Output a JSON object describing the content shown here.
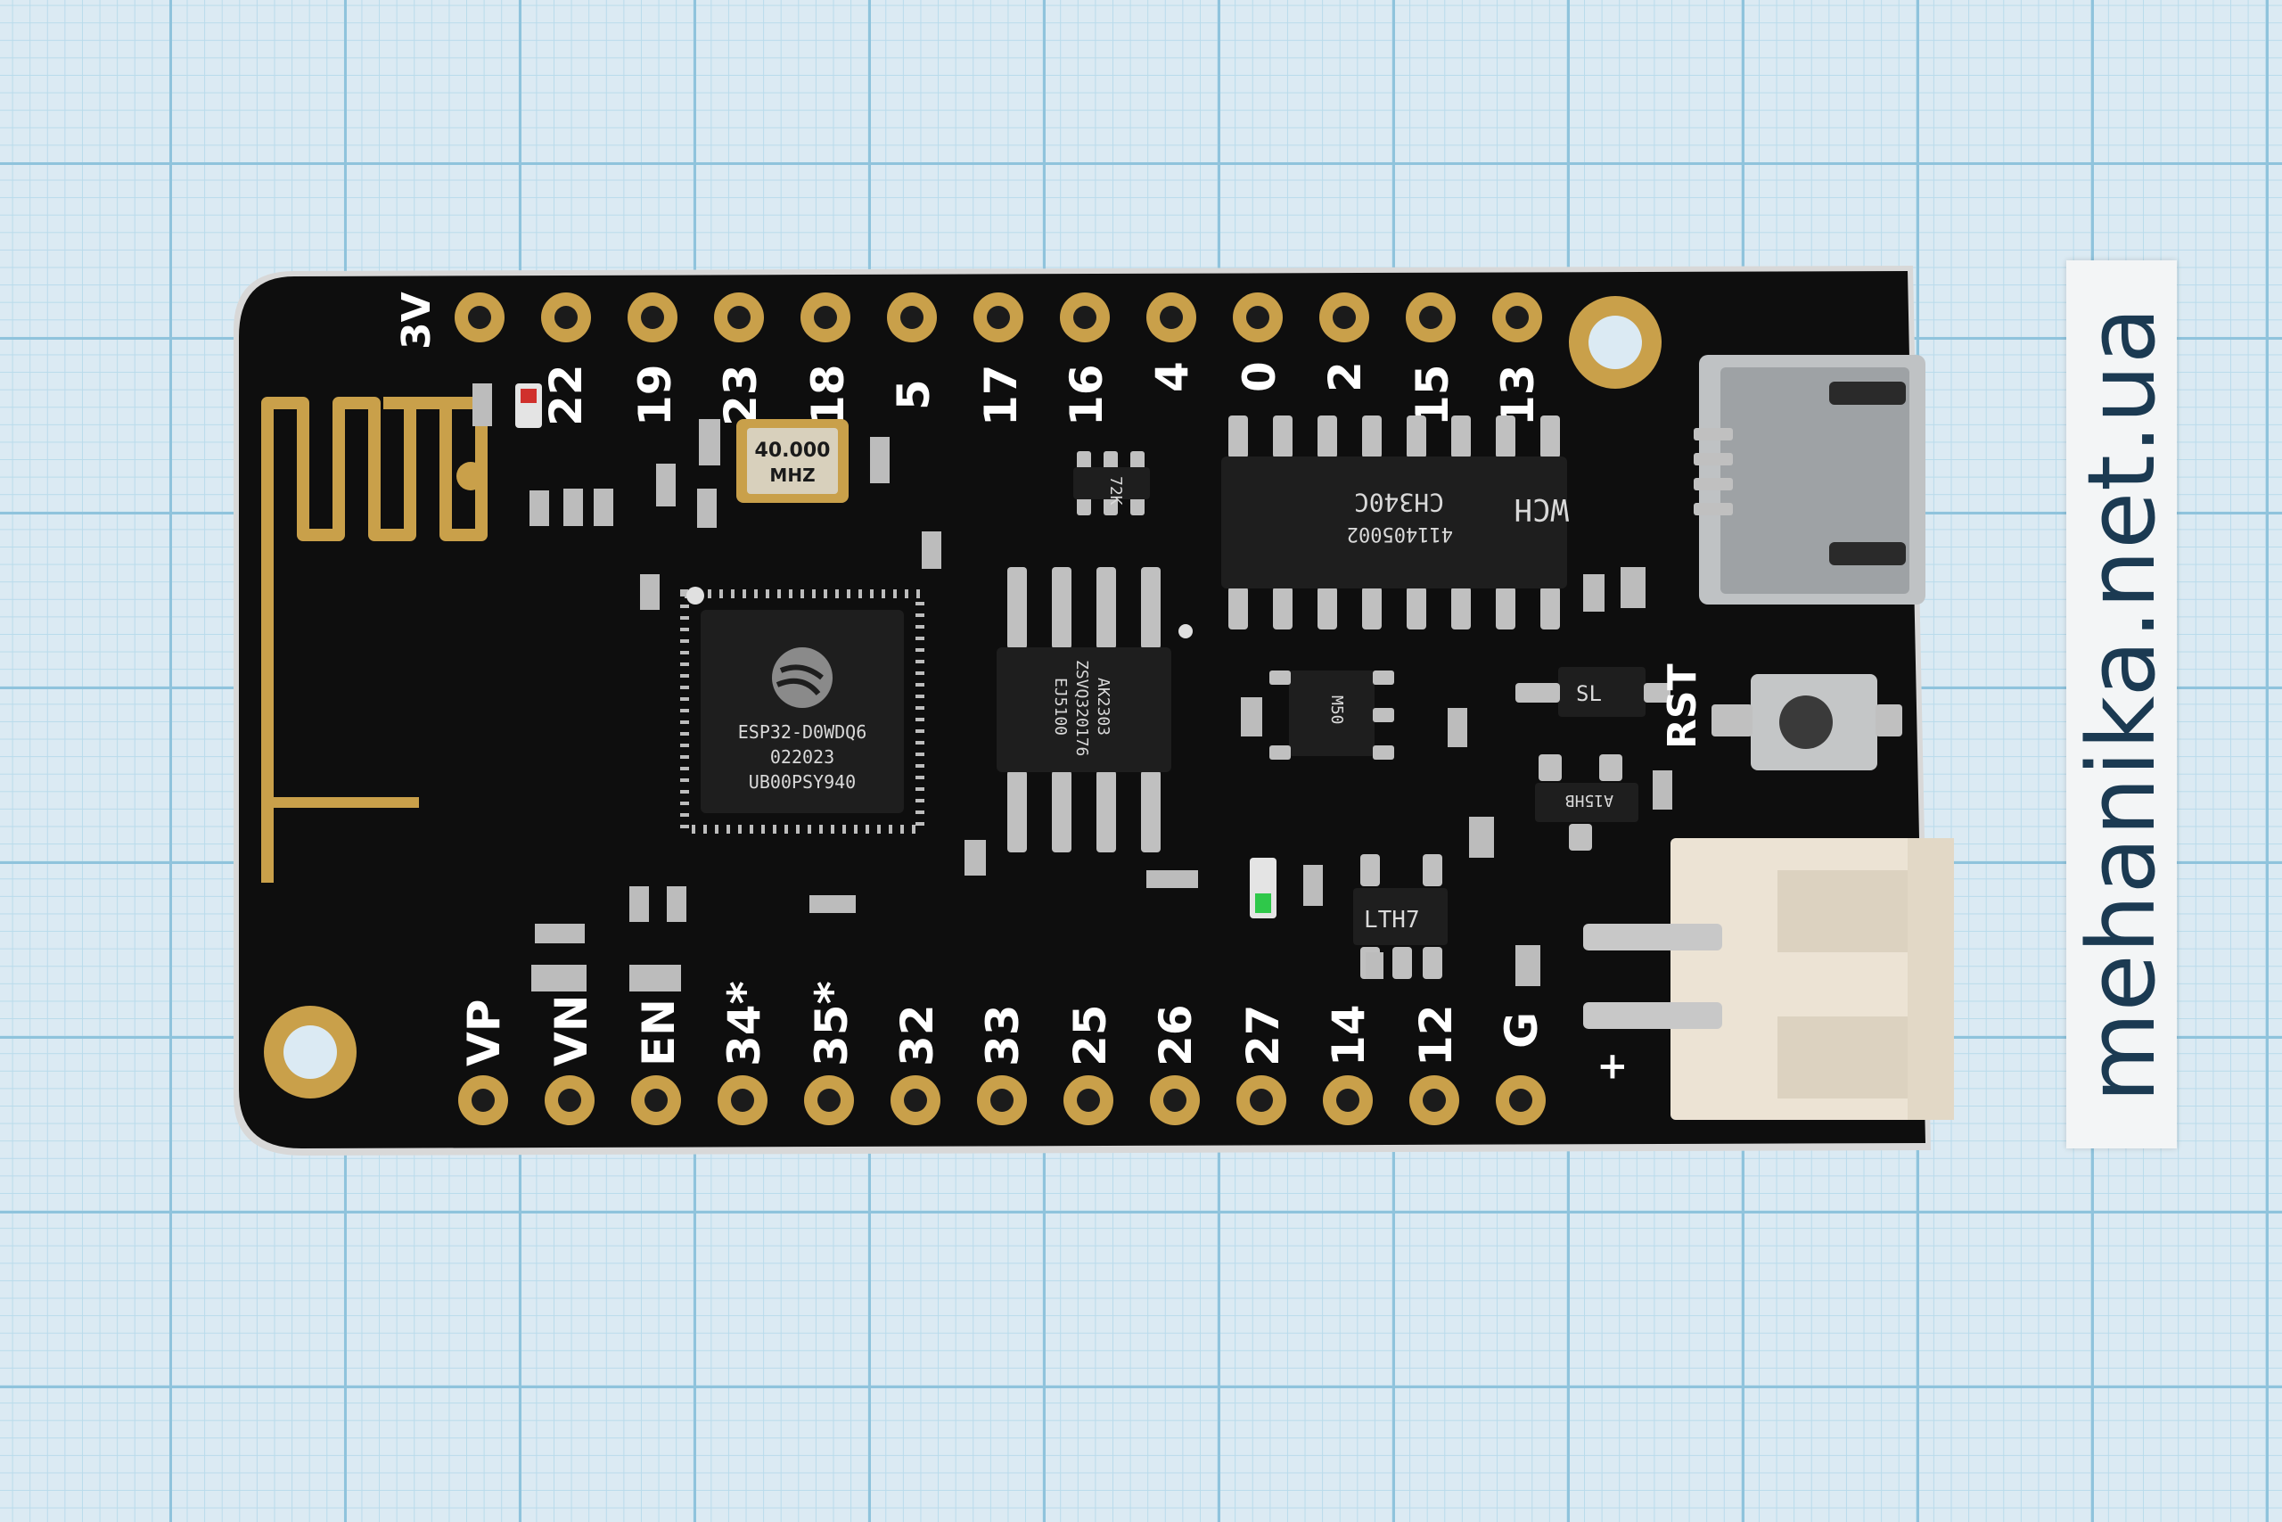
{
  "board": {
    "top_pins": [
      "3V",
      "22",
      "19",
      "23",
      "18",
      "5",
      "17",
      "16",
      "4",
      "0",
      "2",
      "15",
      "13"
    ],
    "bottom_pins": [
      "VP",
      "VN",
      "EN",
      "34*",
      "35*",
      "32",
      "33",
      "25",
      "26",
      "27",
      "14",
      "12",
      "G"
    ],
    "rst_label": "RST",
    "plus_label": "+"
  },
  "chips": {
    "esp32": [
      "ESP32-D0WDQ6",
      "022023",
      "UB00PSY940"
    ],
    "crystal": [
      "40.000",
      "MHZ"
    ],
    "ch340": [
      "CH340C",
      "411405002"
    ],
    "flash": [
      "AK2303",
      "ZSVQ320176",
      "EJ5100"
    ],
    "small_72k": "72K",
    "sl": "SL",
    "a15hb": "A15HB",
    "lth7": "LTH7",
    "m5e": "M50"
  },
  "watermark": "mehanika.net.ua",
  "colors": {
    "pcb": "#0e0e0e",
    "gold": "#c9a04a",
    "grid": "#8fc3dc",
    "connector": "#ece3d4"
  }
}
